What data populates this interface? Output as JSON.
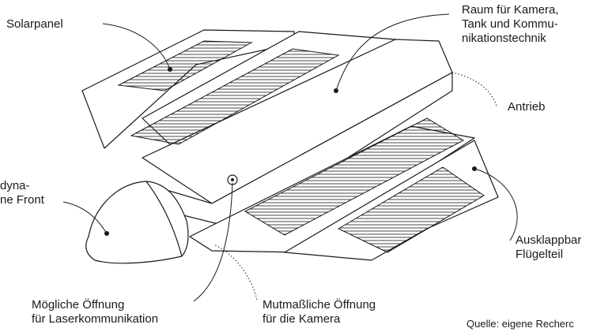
{
  "diagram": {
    "labels": {
      "solarpanel": "Solarpanel",
      "raum": [
        "Raum für Kamera,",
        "Tank und Kommu-",
        "nikationstechnik"
      ],
      "antrieb": "Antrieb",
      "front": [
        "dyna-",
        "ne Front"
      ],
      "ausklapp": [
        "Ausklappbar",
        "Flügelteil"
      ],
      "laser": [
        "Mögliche Öffnung",
        "für Laserkommunikation"
      ],
      "kamera": [
        "Mutmaßliche Öffnung",
        "für die Kamera"
      ]
    },
    "source": "Quelle: eigene Recherc"
  }
}
